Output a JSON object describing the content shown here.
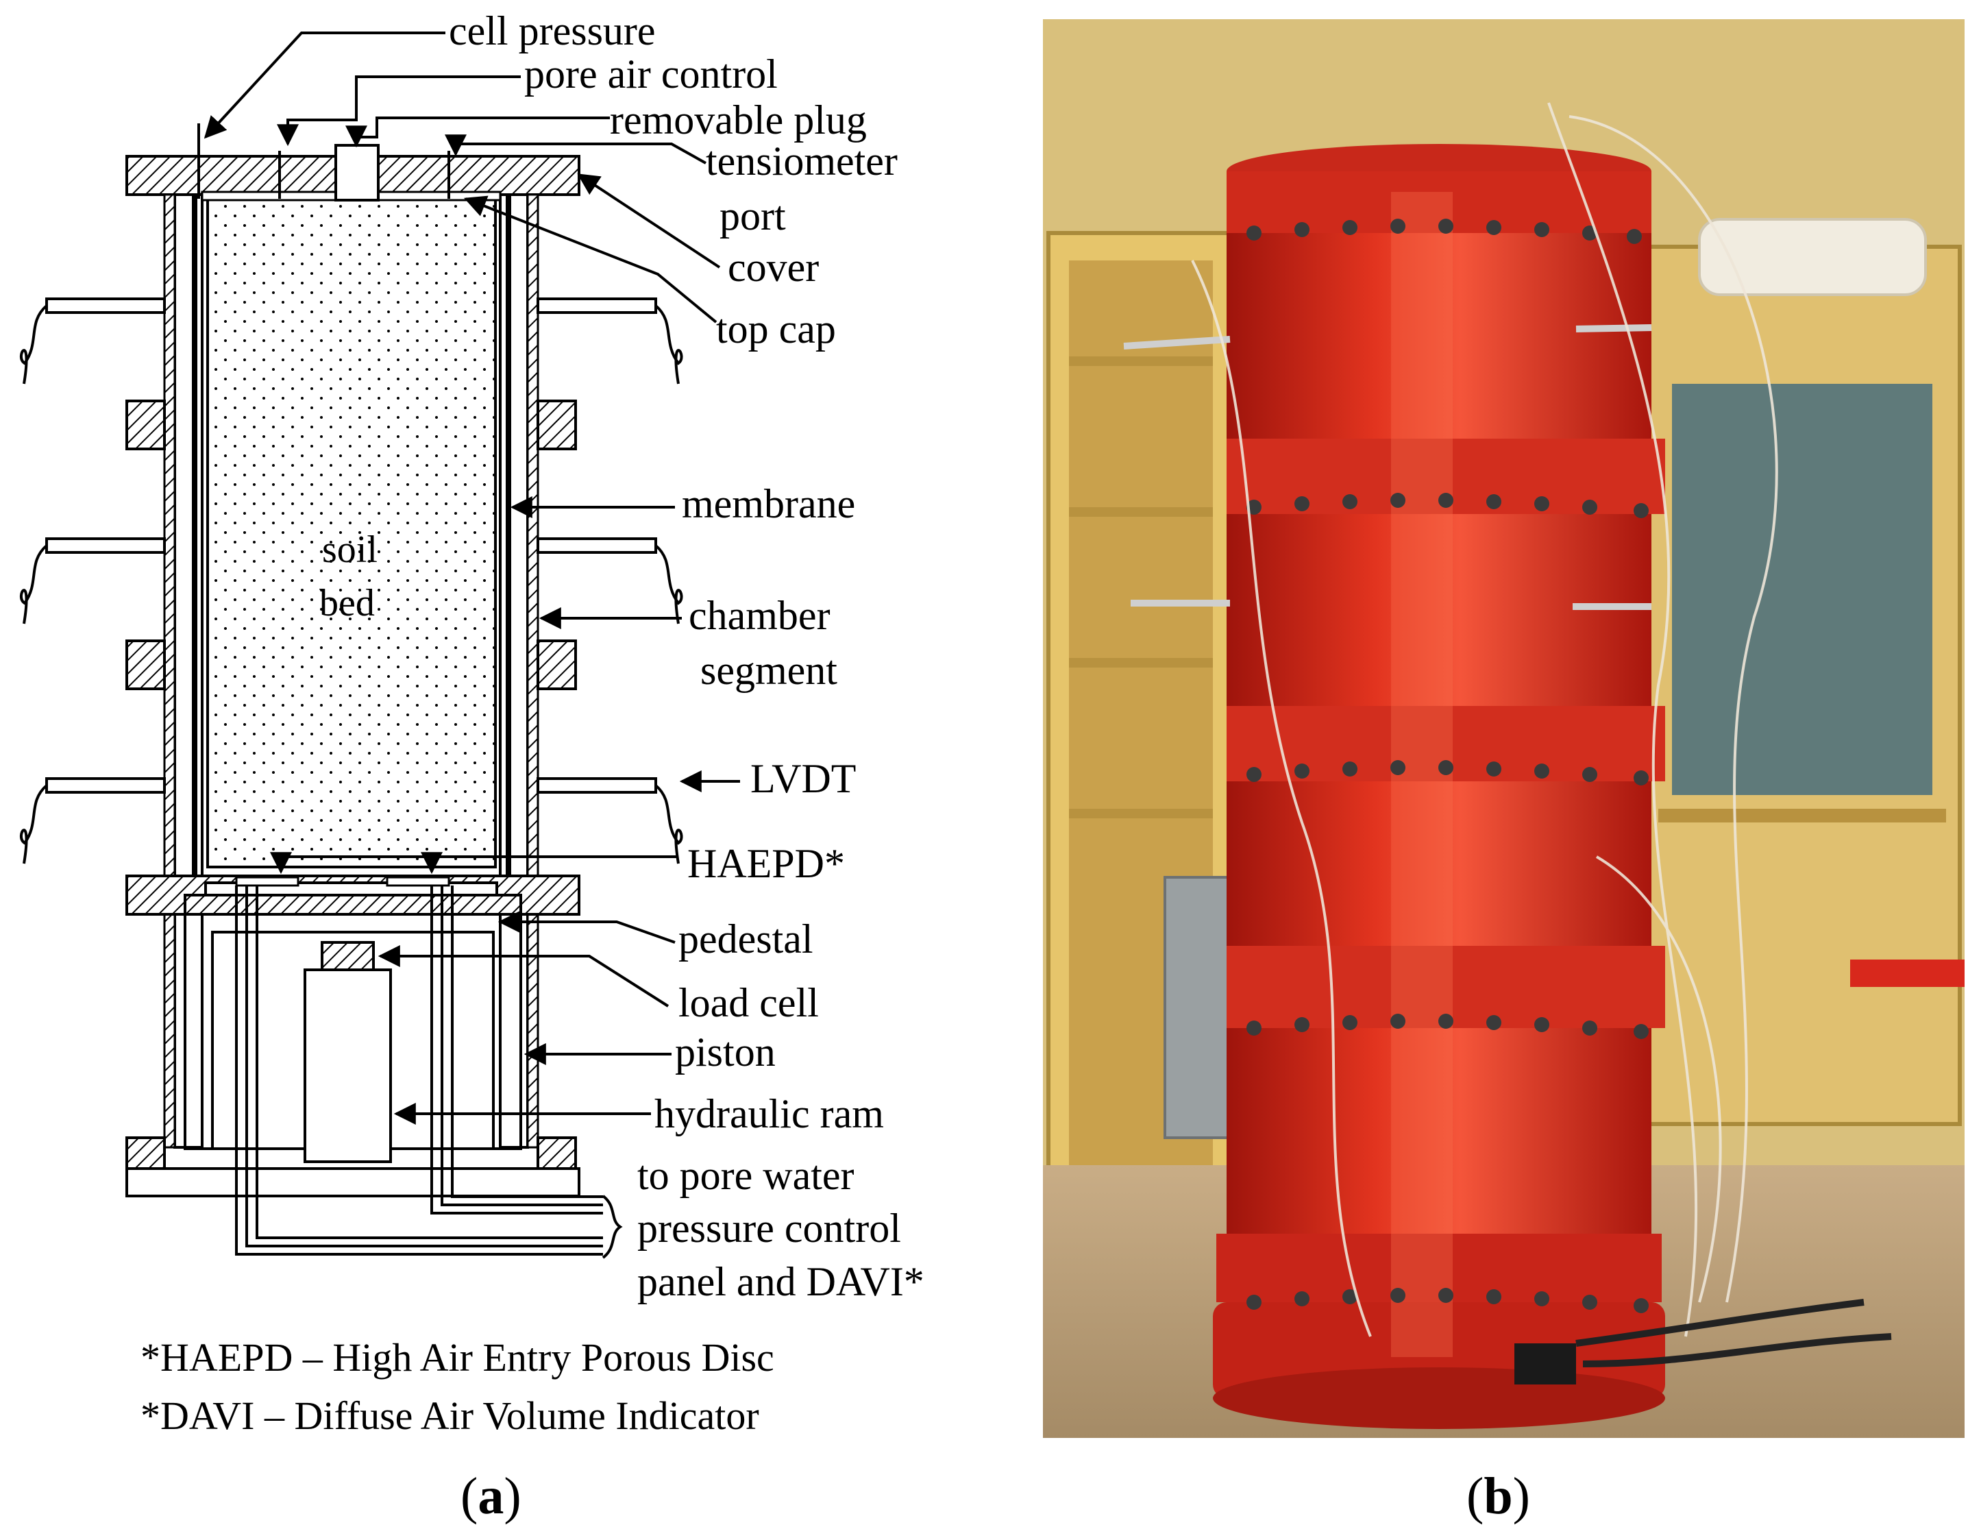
{
  "panel_a": {
    "labels": {
      "cell_pressure": "cell pressure",
      "pore_air_control": "pore air control",
      "removable_plug": "removable plug",
      "tensiometer": "tensiometer",
      "port": "port",
      "cover": "cover",
      "top_cap": "top cap",
      "membrane": "membrane",
      "chamber": "chamber",
      "segment": "segment",
      "lvdt": "LVDT",
      "haepd": "HAEPD*",
      "pedestal": "pedestal",
      "load_cell": "load cell",
      "piston": "piston",
      "hydraulic_ram": "hydraulic ram",
      "to_pore_water": "to pore water",
      "pressure_control": "pressure control",
      "panel_and_davi": "panel and DAVI*",
      "soil": "soil",
      "bed": "bed"
    },
    "footnotes": [
      "*HAEPD – High Air Entry Porous Disc",
      "*DAVI – Diffuse Air Volume Indicator"
    ],
    "caption_letter": "a"
  },
  "panel_b": {
    "photo_description": "red-chamber-photo",
    "caption_letter": "b"
  },
  "colors": {
    "chamber_red": "#d8281c",
    "background_yellow": "#e8c870",
    "floor": "#bfa37a"
  }
}
